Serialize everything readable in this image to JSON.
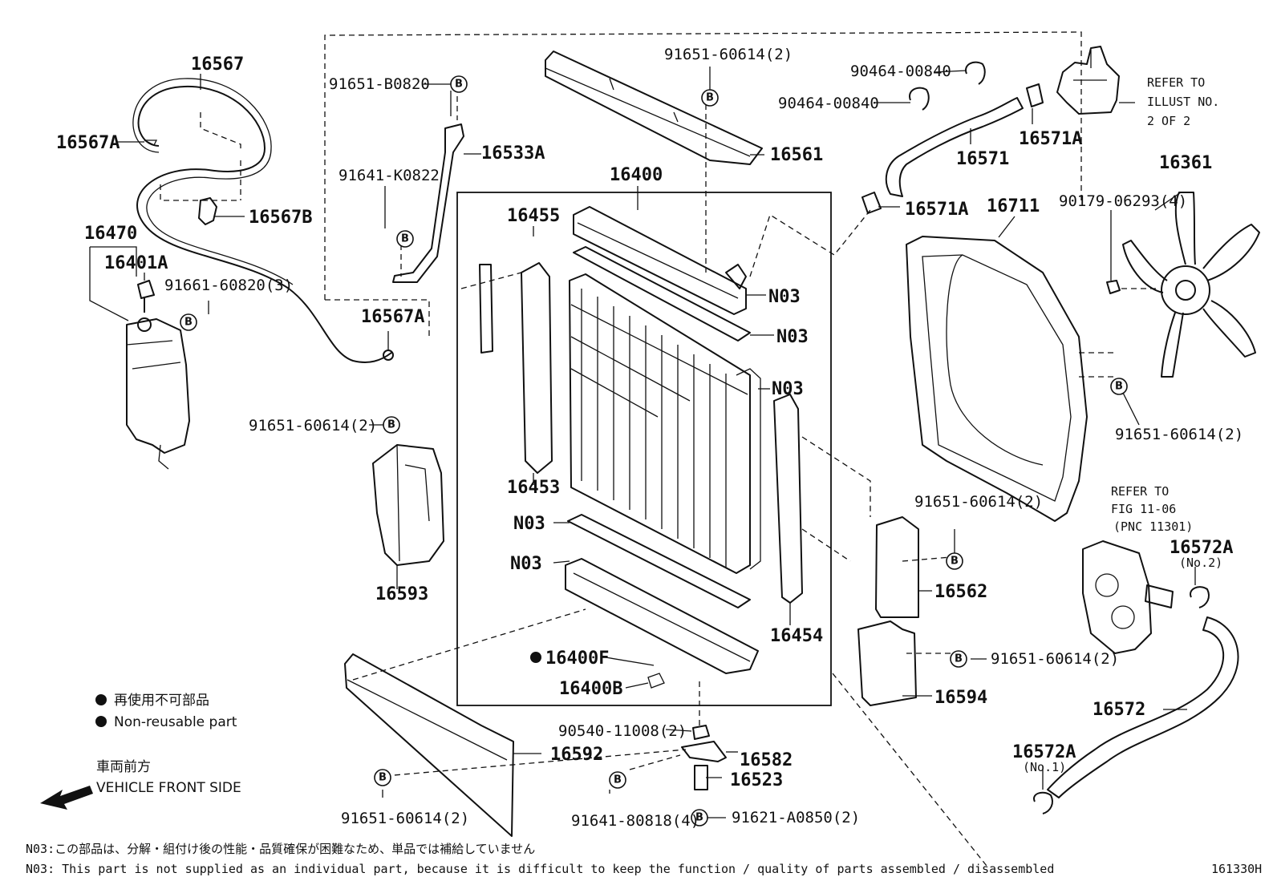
{
  "parts": {
    "p16567": "16567",
    "p16567A_top": "16567A",
    "p16567B": "16567B",
    "p16470": "16470",
    "p16401A": "16401A",
    "p91661": "91661-60820(3)",
    "p16567A_mid": "16567A",
    "p91651B0820": "91651-B0820",
    "p16533A": "16533A",
    "p91641K0822": "91641-K0822",
    "p91651_top": "91651-60614(2)",
    "p16561": "16561",
    "p16400": "16400",
    "p16455": "16455",
    "p90464a": "90464-00840",
    "p90464b": "90464-00840",
    "p16571": "16571",
    "p16571A_top": "16571A",
    "p16571A_mid": "16571A",
    "refer_illust_1": "REFER TO",
    "refer_illust_2": "ILLUST NO.",
    "refer_illust_3": "2 OF 2",
    "p16711": "16711",
    "p16361": "16361",
    "p90179": "90179-06293(4)",
    "p91651_fan": "91651-60614(2)",
    "n03_a": "N03",
    "n03_b": "N03",
    "n03_c": "N03",
    "n03_d": "N03",
    "n03_e": "N03",
    "p91651_left": "91651-60614(2)",
    "p16453": "16453",
    "p16593": "16593",
    "p16454": "16454",
    "p91651_562": "91651-60614(2)",
    "p16562": "16562",
    "p91651_594": "91651-60614(2)",
    "p16594": "16594",
    "refer_fig_1": "REFER TO",
    "refer_fig_2": "FIG 11-06",
    "refer_fig_3": "(PNC 11301)",
    "p16572A_2": "16572A",
    "p16572A_2_sub": "(No.2)",
    "p16572": "16572",
    "p16572A_1": "16572A",
    "p16572A_1_sub": "(No.1)",
    "p16400F": "16400F",
    "p16400B": "16400B",
    "p90540": "90540-11008(2)",
    "p16582": "16582",
    "p16523": "16523",
    "p91641_808": "91641-80818(4)",
    "p91621": "91621-A0850(2)",
    "p16592": "16592",
    "p91651_592": "91651-60614(2)"
  },
  "legend": {
    "jp": "再使用不可部品",
    "en": "Non-reusable part",
    "front_jp": "車両前方",
    "front_en": "VEHICLE FRONT SIDE"
  },
  "bolt_marker": "B",
  "footnote": {
    "jp": "N03:この部品は、分解・組付け後の性能・品質確保が困難なため、単品では補給していません",
    "en": "N03: This part is not supplied as an individual part, because it is difficult to keep the function / quality of parts assembled / disassembled",
    "code": "161330H"
  }
}
